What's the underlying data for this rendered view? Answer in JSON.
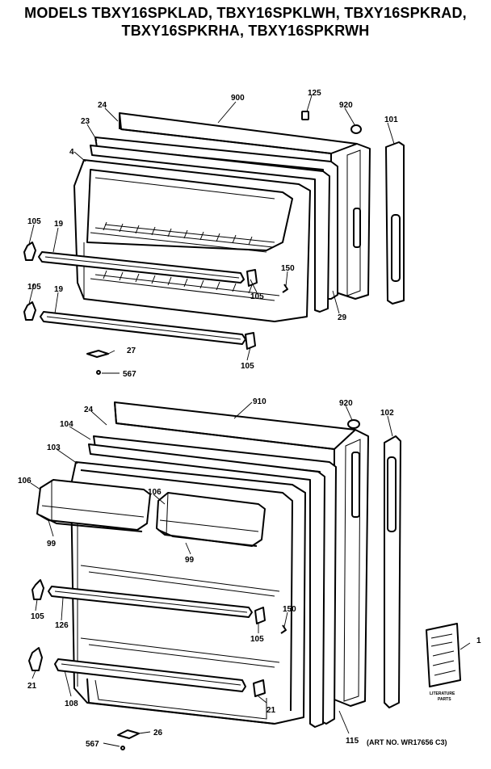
{
  "title": {
    "line1": "MODELS TBXY16SPKLAD, TBXY16SPKLWH, TBXY16SPKRAD,",
    "line2": "TBXY16SPKRHA, TBXY16SPKRWH"
  },
  "art_number": "(ART NO. WR17656 C3)",
  "literature_caption": {
    "line1": "LITERATURE",
    "line2": "PARTS"
  },
  "top_door": {
    "labels": {
      "p900": "900",
      "p125": "125",
      "p920": "920",
      "p101": "101",
      "p24": "24",
      "p23": "23",
      "p4": "4",
      "p105a": "105",
      "p19a": "19",
      "p105b": "105",
      "p19b": "19",
      "p150": "150",
      "p105c": "105",
      "p29": "29",
      "p27": "27",
      "p567": "567",
      "p105d": "105"
    }
  },
  "bottom_door": {
    "labels": {
      "p910": "910",
      "p920": "920",
      "p102": "102",
      "p24": "24",
      "p104": "104",
      "p103": "103",
      "p106a": "106",
      "p106b": "106",
      "p99a": "99",
      "p99b": "99",
      "p105a": "105",
      "p126": "126",
      "p150": "150",
      "p105b": "105",
      "p1": "1",
      "p21a": "21",
      "p108": "108",
      "p21b": "21",
      "p567": "567",
      "p26": "26",
      "p115": "115"
    }
  }
}
